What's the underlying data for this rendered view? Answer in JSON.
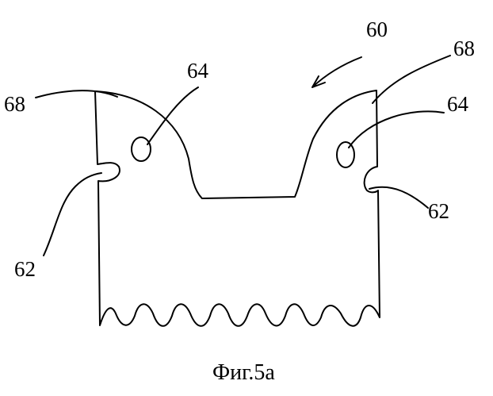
{
  "labels": {
    "ref_60": "60",
    "ref_68_left": "68",
    "ref_68_right": "68",
    "ref_64_left": "64",
    "ref_64_right": "64",
    "ref_62_left": "62",
    "ref_62_right": "62"
  },
  "caption": "Фиг.5а"
}
